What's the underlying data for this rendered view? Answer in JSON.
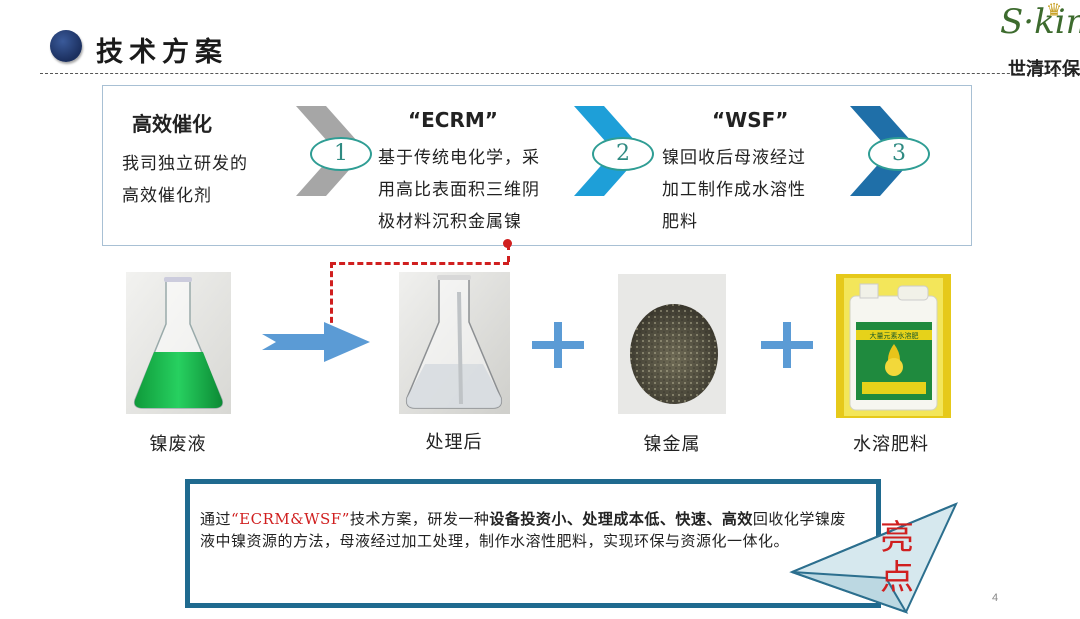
{
  "slide": {
    "title": "技术方案",
    "page_number": "4",
    "logo": {
      "script": "S·king",
      "text": "世清环保"
    }
  },
  "process": {
    "step1": {
      "heading": "高效催化",
      "lines": [
        "我司独立研发的",
        "高效催化剂"
      ]
    },
    "step2": {
      "heading": "“ECRM”",
      "lines": [
        "基于传统电化学，采",
        "用高比表面积三维阴",
        "极材料沉积金属镍"
      ]
    },
    "step3": {
      "heading": "“WSF”",
      "lines": [
        "镍回收后母液经过",
        "加工制作成水溶性",
        "肥料"
      ]
    },
    "markers": [
      "1",
      "2",
      "3"
    ]
  },
  "products": [
    {
      "caption": "镍废液"
    },
    {
      "caption": "处理后"
    },
    {
      "caption": "镍金属"
    },
    {
      "caption": "水溶肥料"
    }
  ],
  "fertilizer_label": "大量元素水溶肥",
  "summary": {
    "p1": "通过",
    "p2": "“ECRM&WSF”",
    "p3": "技术方案，研发一种",
    "p4": "设备投资小、处理成本低、快速、高效",
    "p5": "回收化学镍废液中镍资源的方法，母液经过加工处理，制作水溶性肥料，实现环保与资源化一体化。",
    "highlight": [
      "亮",
      "点"
    ]
  },
  "colors": {
    "chevron_gray": "#a6a6a6",
    "chevron_blue": "#1e9fd8",
    "chevron_dark_blue": "#1f6fa8",
    "circle_teal": "#2f9d94",
    "dashed_red": "#d01f1f",
    "arrow_blue": "#5b9bd5",
    "frame_blue": "#1f6a8f",
    "highlight_red": "#d01f1f"
  },
  "icons": [
    "title-dot-icon",
    "chevron-icon",
    "arrow-right-icon",
    "plus-icon",
    "paper-plane-icon"
  ]
}
